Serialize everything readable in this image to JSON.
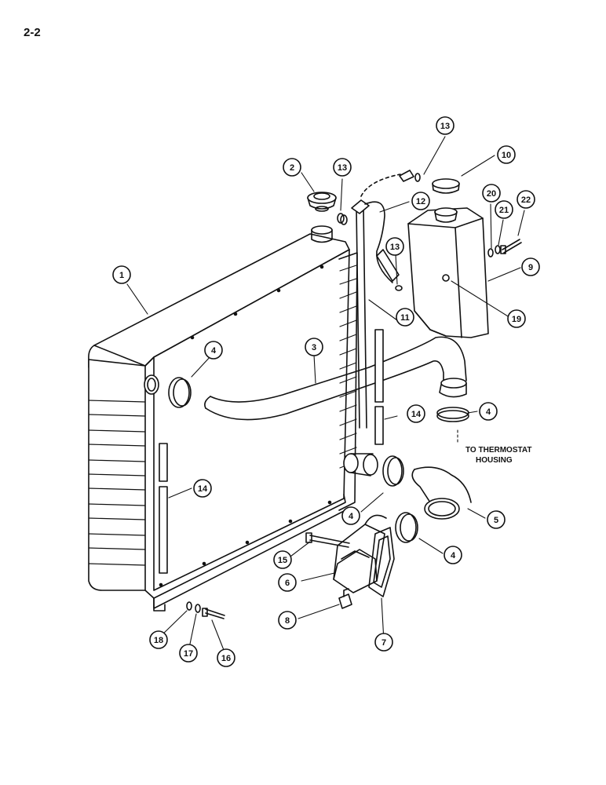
{
  "page_number": "2-2",
  "note": {
    "line1": "TO THERMOSTAT",
    "line2": "HOUSING"
  },
  "callouts": [
    {
      "id": "c1",
      "label": "1"
    },
    {
      "id": "c2",
      "label": "2"
    },
    {
      "id": "c3",
      "label": "3"
    },
    {
      "id": "c4a",
      "label": "4"
    },
    {
      "id": "c4b",
      "label": "4"
    },
    {
      "id": "c4c",
      "label": "4"
    },
    {
      "id": "c4d",
      "label": "4"
    },
    {
      "id": "c5",
      "label": "5"
    },
    {
      "id": "c6",
      "label": "6"
    },
    {
      "id": "c7",
      "label": "7"
    },
    {
      "id": "c8",
      "label": "8"
    },
    {
      "id": "c9",
      "label": "9"
    },
    {
      "id": "c10",
      "label": "10"
    },
    {
      "id": "c11",
      "label": "11"
    },
    {
      "id": "c12",
      "label": "12"
    },
    {
      "id": "c13a",
      "label": "13"
    },
    {
      "id": "c13b",
      "label": "13"
    },
    {
      "id": "c13c",
      "label": "13"
    },
    {
      "id": "c14a",
      "label": "14"
    },
    {
      "id": "c14b",
      "label": "14"
    },
    {
      "id": "c15",
      "label": "15"
    },
    {
      "id": "c16",
      "label": "16"
    },
    {
      "id": "c17",
      "label": "17"
    },
    {
      "id": "c18",
      "label": "18"
    },
    {
      "id": "c19",
      "label": "19"
    },
    {
      "id": "c20",
      "label": "20"
    },
    {
      "id": "c21",
      "label": "21"
    },
    {
      "id": "c22",
      "label": "22"
    }
  ]
}
